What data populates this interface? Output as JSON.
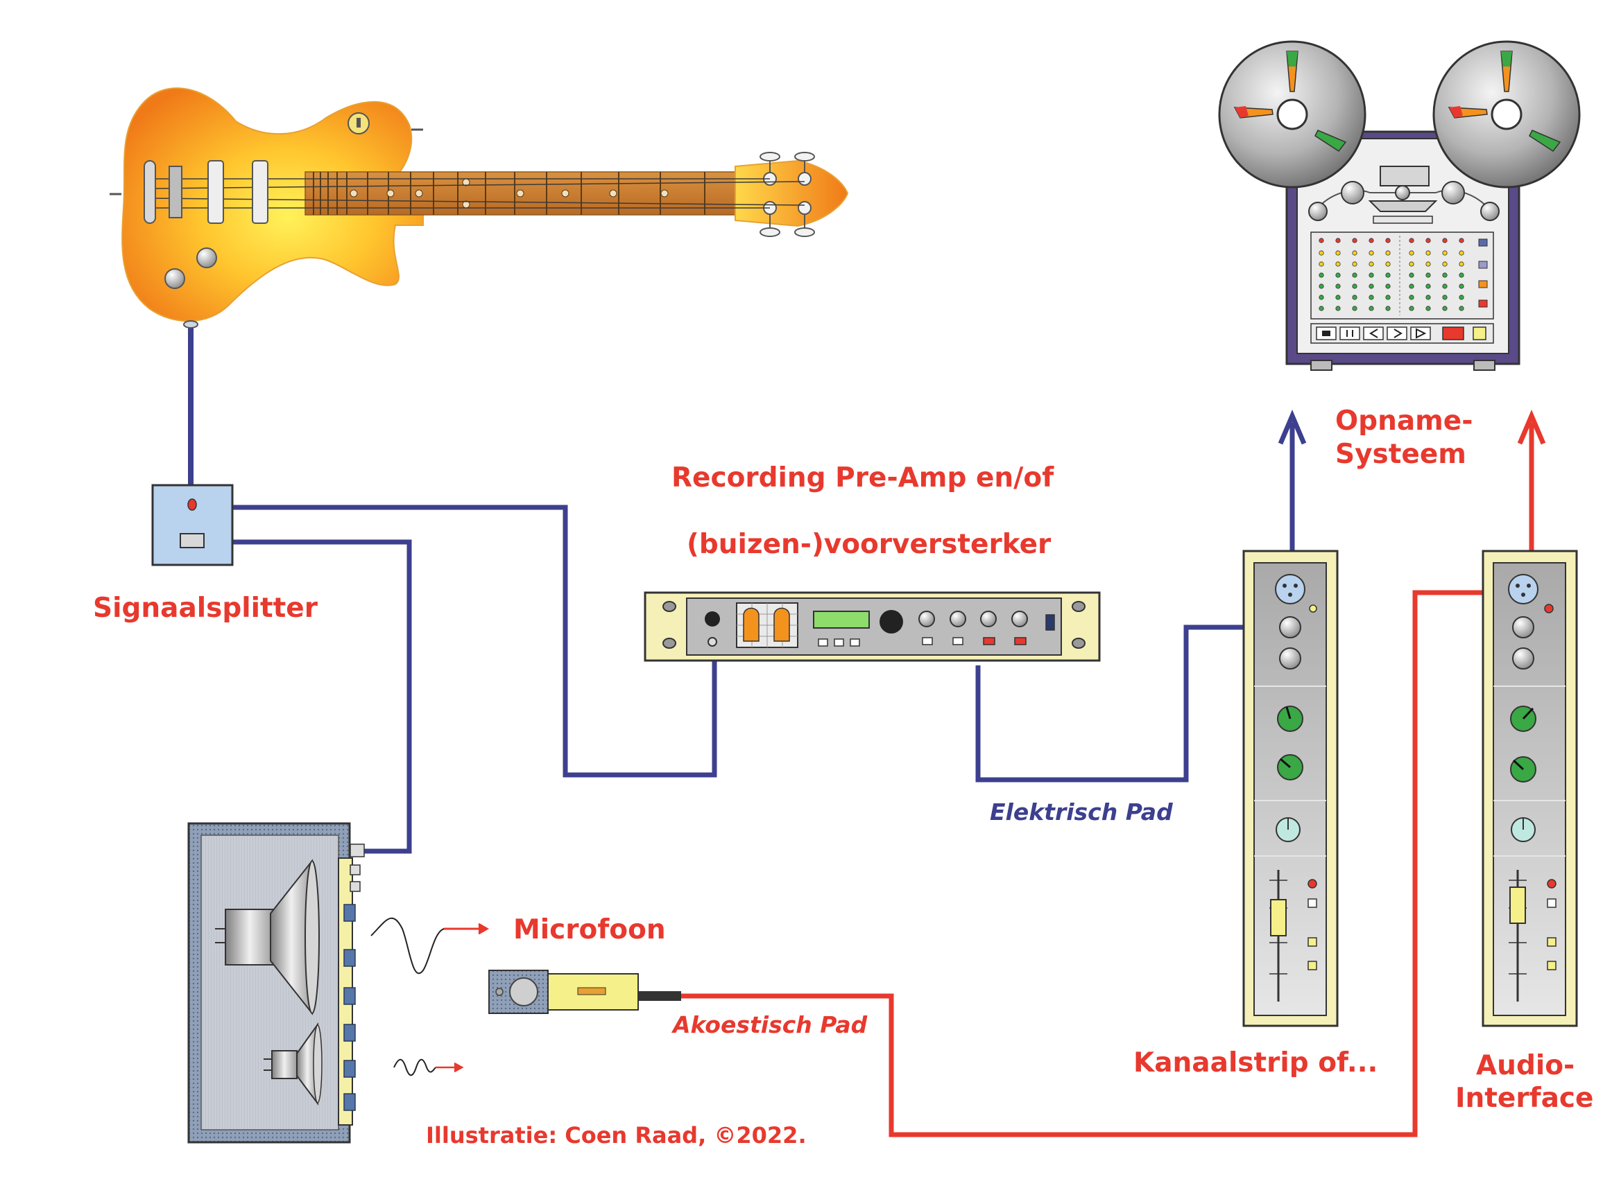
{
  "labels": {
    "signal_splitter": "Signaalsplitter",
    "preamp_line1": "Recording Pre-Amp en/of",
    "preamp_line2": "(buizen-)voorversterker",
    "recording_system_line1": "Opname-",
    "recording_system_line2": "Systeem",
    "microphone": "Microfoon",
    "electric_path": "Elektrisch Pad",
    "acoustic_path": "Akoestisch Pad",
    "channel_strip": "Kanaalstrip of...",
    "audio_interface_line1": "Audio-",
    "audio_interface_line2": "Interface",
    "credit": "Illustratie: Coen Raad, ©2022."
  },
  "colors": {
    "label_red": "#e8392e",
    "electric_cable_blue": "#3d3f8f",
    "acoustic_cable_red": "#e8392e",
    "guitar_orange": "#f4921e",
    "guitar_yellow": "#ffe14a",
    "panel_grey": "#b9b9b9",
    "panel_cream": "#f5f0b8",
    "knob_green": "#3aa845"
  },
  "icons": [
    "bass-guitar-icon",
    "signal-splitter-icon",
    "guitar-amp-cabinet-icon",
    "microphone-icon",
    "preamp-rack-icon",
    "channel-strip-icon",
    "audio-interface-icon",
    "reel-to-reel-recorder-icon"
  ]
}
